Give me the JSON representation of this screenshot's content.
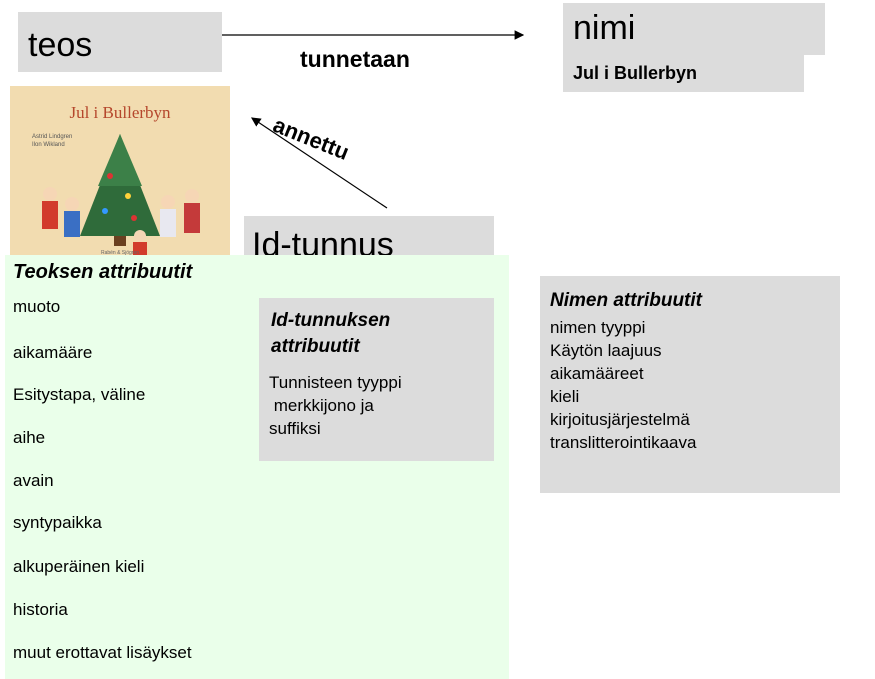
{
  "teos_label": "teos",
  "nimi_label": "nimi",
  "book_title": "Jul i Bullerbyn",
  "tunnetaan_label": "tunnetaan",
  "annettu_label": "annettu",
  "id_tunnus_label": "Id-tunnus",
  "cover": {
    "title": "Jul i Bullerbyn",
    "author_line": "Astrid Lindgren",
    "illustrator_line": "Ilon Wikland",
    "publisher_line": "Rabén & Sjögren"
  },
  "teos_attr": {
    "title": "Teoksen attribuutit",
    "items": [
      "muoto",
      "aikamääre",
      "Esitystapa, väline",
      "aihe",
      "avain",
      "syntypaikka",
      "alkuperäinen kieli",
      "historia",
      "muut erottavat lisäykset"
    ]
  },
  "id_attr": {
    "title_line1": "Id-tunnuksen",
    "title_line2": "attribuutit",
    "body": "Tunnisteen tyyppi\n merkkijono ja\nsuffiksi"
  },
  "nimi_attr": {
    "title": "Nimen attribuutit",
    "items": [
      "nimen tyyppi",
      "Käytön laajuus",
      "aikamääreet",
      "kieli",
      "kirjoitusjärjestelmä",
      "translitterointikaava"
    ]
  },
  "colors": {
    "gray_box": "#dcdcdc",
    "green_box": "#eaffea",
    "cover_bg": "#f2dcb0"
  }
}
